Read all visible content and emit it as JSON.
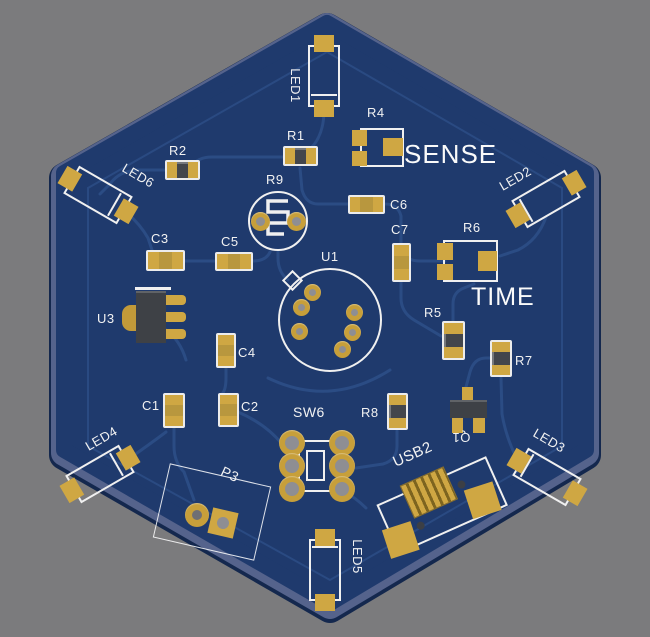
{
  "board": {
    "type": "hexagonal-pcb-3d-render",
    "colors": {
      "background": "#7b7b7d",
      "soldermask": "#1f3a6d",
      "bevel_light": "#55638c",
      "edge_dark": "#14284e",
      "trace": "#2b4c84",
      "pad_gold": "#cfa743",
      "silkscreen": "#f2f2f2"
    },
    "silkscreen_text": {
      "sense": "SENSE",
      "time": "TIME"
    },
    "refs": {
      "LED1": "LED1",
      "LED2": "LED2",
      "LED3": "LED3",
      "LED4": "LED4",
      "LED5": "LED5",
      "LED6": "LED6",
      "R1": "R1",
      "R2": "R2",
      "R4": "R4",
      "R5": "R5",
      "R6": "R6",
      "R7": "R7",
      "R8": "R8",
      "R9": "R9",
      "C1": "C1",
      "C2": "C2",
      "C3": "C3",
      "C4": "C4",
      "C5": "C5",
      "C6": "C6",
      "C7": "C7",
      "U1": "U1",
      "U3": "U3",
      "Q1": "Q1",
      "SW6": "SW6",
      "USB2": "USB2",
      "P3": "P3"
    }
  }
}
